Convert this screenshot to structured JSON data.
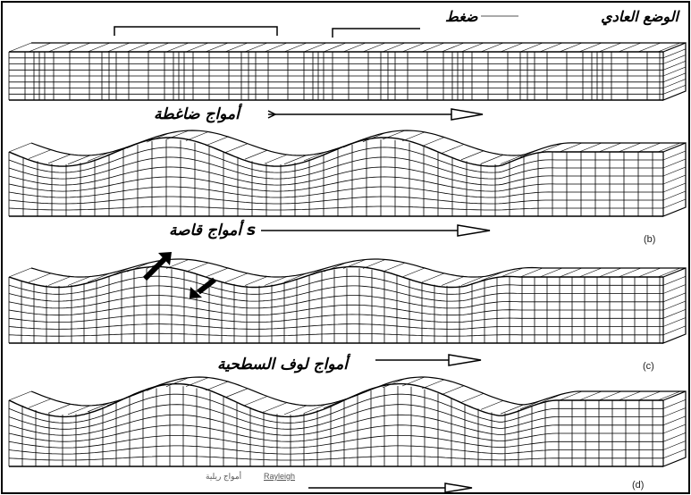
{
  "labels": {
    "normal_state": "الوضع العادي",
    "compression": "ضغط",
    "p_waves": "أمواج ضاغطة",
    "s_waves": "أمواج قاصة s",
    "love_waves": "أمواج لوف السطحية"
  },
  "panel_tags": [
    "(b)",
    "(c)",
    "(d)"
  ],
  "faint_captions": {
    "rayleigh_arabic": "أمواج ريلية",
    "rayleigh_english": "Rayleigh"
  }
}
